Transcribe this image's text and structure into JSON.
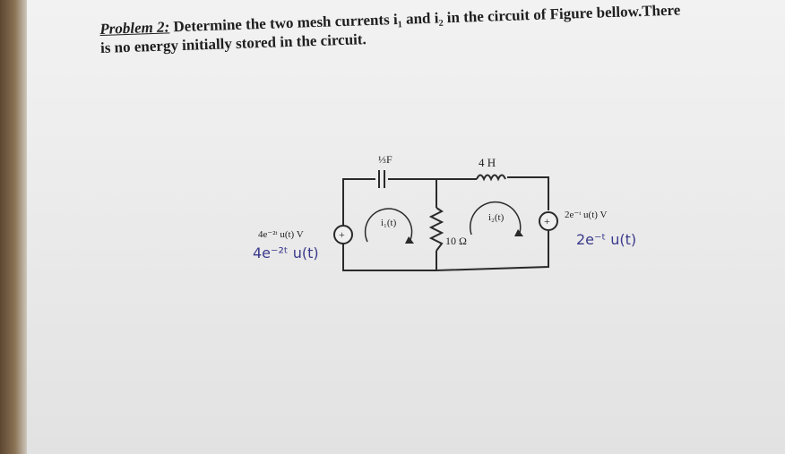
{
  "problem": {
    "label": "Problem 2:",
    "text_line1": " Determine the two mesh currents i₁ and i₂ in the circuit of Figure bellow.There",
    "text_line2": "is no energy initially stored in the circuit."
  },
  "circuit": {
    "capacitor_label": "⅓F",
    "inductor_label": "4 H",
    "resistor_label": "10 Ω",
    "left_source_label": "4e⁻²ᵗ u(t) V",
    "right_source_label": "2e⁻ᵗ u(t) V",
    "mesh1_label": "i₁(t)",
    "mesh2_label": "i₂(t)",
    "source_polarity": "+"
  },
  "annotations": {
    "left_handwritten": "4e⁻²ᵗ u(t)",
    "right_handwritten": "2e⁻ᵗ u(t)"
  }
}
